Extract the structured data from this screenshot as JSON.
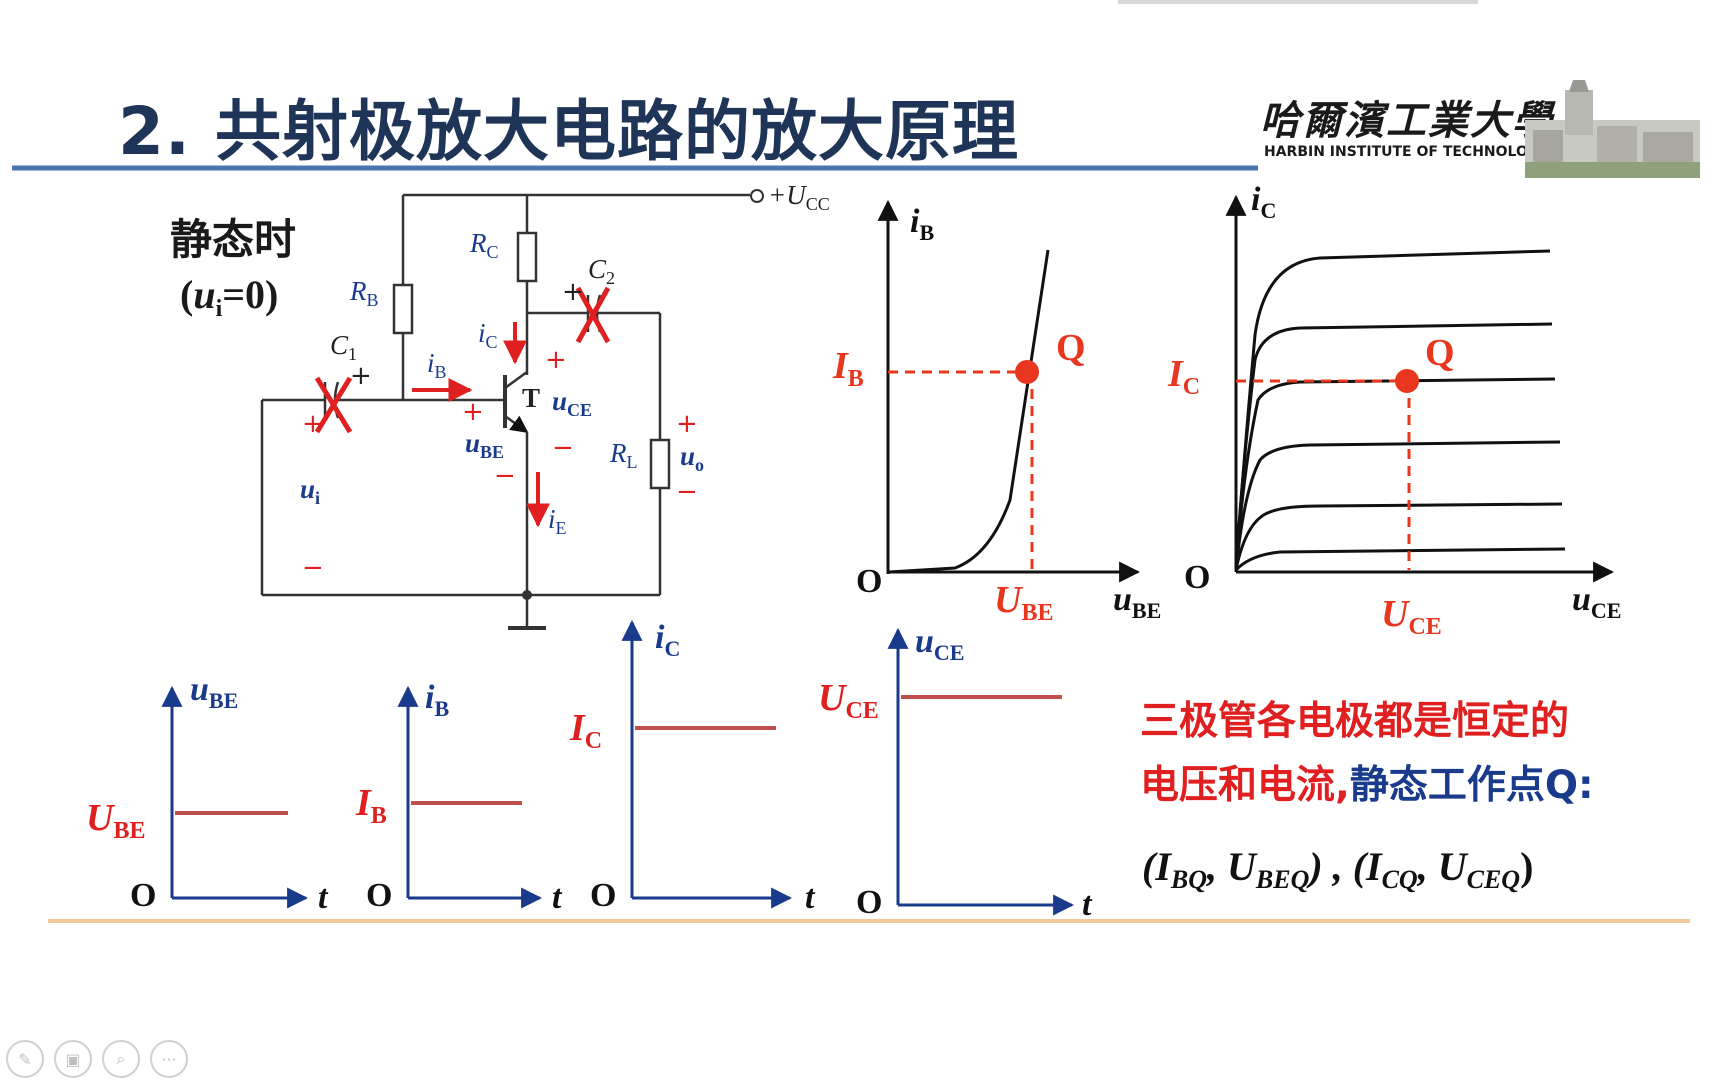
{
  "slide": {
    "title": "2. 共射极放大电路的放大原理",
    "logo_cn": "哈爾濱工業大學",
    "logo_en": "HARBIN INSTITUTE OF TECHNOLOGY",
    "static_label": "静态时",
    "static_cond_open": "(",
    "static_cond_u": "u",
    "static_cond_sub": "i",
    "static_cond_close": "=0)"
  },
  "circuit": {
    "ucc": "+U",
    "ucc_sub": "CC",
    "rc": "R",
    "rc_sub": "C",
    "rb": "R",
    "rb_sub": "B",
    "c1": "C",
    "c1_sub": "1",
    "c2": "C",
    "c2_sub": "2",
    "ib": "i",
    "ib_sub": "B",
    "ic": "i",
    "ic_sub": "C",
    "ie": "i",
    "ie_sub": "E",
    "t": "T",
    "uce": "u",
    "uce_sub": "CE",
    "ube": "u",
    "ube_sub": "BE",
    "rl": "R",
    "rl_sub": "L",
    "uo": "u",
    "uo_sub": "o",
    "ui": "u",
    "ui_sub": "i",
    "plus": "+",
    "minus": "−"
  },
  "input_char": {
    "ylabel": "i",
    "ylabel_sub": "B",
    "xlabel": "u",
    "xlabel_sub": "BE",
    "q": "Q",
    "ib": "I",
    "ib_sub": "B",
    "ube": "U",
    "ube_sub": "BE",
    "origin": "O"
  },
  "output_char": {
    "ylabel": "i",
    "ylabel_sub": "C",
    "xlabel": "u",
    "xlabel_sub": "CE",
    "q": "Q",
    "ic": "I",
    "ic_sub": "C",
    "uce": "U",
    "uce_sub": "CE",
    "origin": "O"
  },
  "time_plots": [
    {
      "ylabel": "u",
      "ylabel_sub": "BE",
      "level": "U",
      "level_sub": "BE",
      "origin": "O",
      "xlabel": "t"
    },
    {
      "ylabel": "i",
      "ylabel_sub": "B",
      "level": "I",
      "level_sub": "B",
      "origin": "O",
      "xlabel": "t"
    },
    {
      "ylabel": "i",
      "ylabel_sub": "C",
      "level": "I",
      "level_sub": "C",
      "origin": "O",
      "xlabel": "t"
    },
    {
      "ylabel": "u",
      "ylabel_sub": "CE",
      "level": "U",
      "level_sub": "CE",
      "origin": "O",
      "xlabel": "t"
    }
  ],
  "conclusion": {
    "line1": "三极管各电极都是恒定的",
    "line2_red": "电压和电流,",
    "line2_blue": "静态工作点Q:",
    "q_open": "(I",
    "q_ibq": "BQ",
    "q_comma1": ",  U",
    "q_ubeq": "BEQ",
    "q_mid": ") , (I",
    "q_icq": "CQ",
    "q_comma2": ",  U",
    "q_uceq": "CEQ",
    "q_close": ")"
  },
  "toolbar": {
    "pen": "✎",
    "pages": "▣",
    "zoom": "⌕",
    "more": "···"
  },
  "colors": {
    "title": "#1e3557",
    "red": "#e02020",
    "blue": "#1a3a8c",
    "wire": "#333333",
    "underline": "#4a76b0",
    "footer_line": "#f0c89a",
    "q_dot": "#e8361f"
  }
}
